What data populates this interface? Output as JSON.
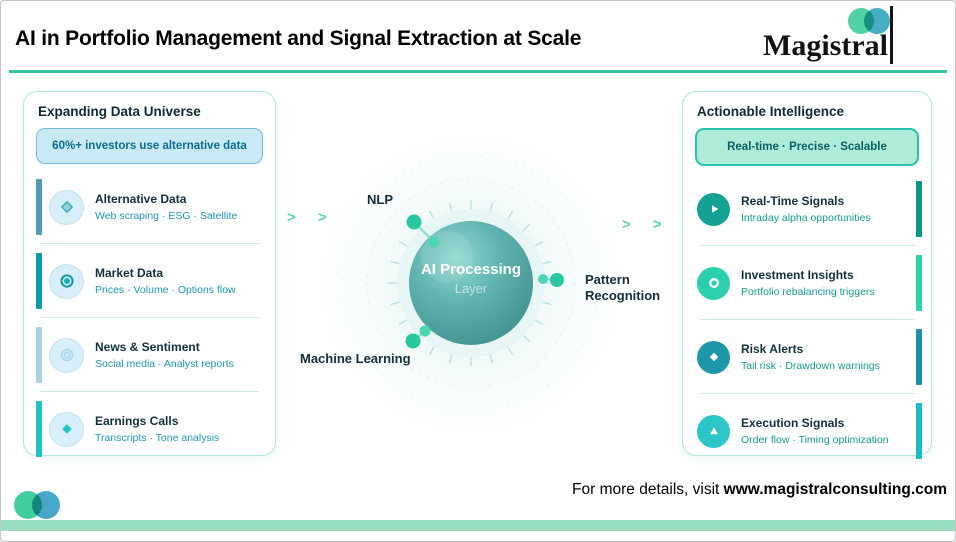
{
  "header": {
    "title": "AI in Portfolio Management and Signal Extraction at Scale",
    "brand": "Magistral"
  },
  "left_panel": {
    "title": "Expanding Data Universe",
    "badge": "60%+  investors use alternative data",
    "items": [
      {
        "title": "Alternative Data",
        "subtitle": "Web scraping · ESG · Satellite",
        "icon": "diamond-outline-icon",
        "accent": "#4f9cb3"
      },
      {
        "title": "Market Data",
        "subtitle": "Prices · Volume · Options flow",
        "icon": "circle-dot-icon",
        "accent": "#0b9aa6"
      },
      {
        "title": "News & Sentiment",
        "subtitle": "Social media · Analyst reports",
        "icon": "rings-icon",
        "accent": "#a9d3e2"
      },
      {
        "title": "Earnings Calls",
        "subtitle": "Transcripts · Tone analysis",
        "icon": "diamond-icon",
        "accent": "#21c2c6"
      }
    ]
  },
  "center": {
    "sphere_title": "AI Processing",
    "sphere_subtitle": "Layer",
    "label_nlp": "NLP",
    "label_ml": "Machine Learning",
    "label_pattern": "Pattern Recognition",
    "chevrons": "> >"
  },
  "right_panel": {
    "title": "Actionable Intelligence",
    "badge": "Real-time · Precise · Scalable",
    "items": [
      {
        "title": "Real-Time Signals",
        "subtitle": "Intraday alpha opportunities",
        "icon": "play-icon",
        "icon_bg": "#12a192",
        "accent": "#0f9488"
      },
      {
        "title": "Investment Insights",
        "subtitle": "Portfolio rebalancing triggers",
        "icon": "dot-ring-icon",
        "icon_bg": "#2bcfab",
        "accent": "#2dd2a8"
      },
      {
        "title": "Risk Alerts",
        "subtitle": "Tail risk · Drawdown warnings",
        "icon": "diamond-white-icon",
        "icon_bg": "#1d97a7",
        "accent": "#1e8fa8"
      },
      {
        "title": "Execution Signals",
        "subtitle": "Order flow · Timing optimization",
        "icon": "triangle-icon",
        "icon_bg": "#2cc6c9",
        "accent": "#17bccb"
      }
    ]
  },
  "footer": {
    "text": "For more details, visit ",
    "url": "www.magistralconsulting.com"
  },
  "colors": {
    "header_rule": "#35c2a5",
    "bottom_bar": "#98dfc2",
    "brand_green": "#52d0a8",
    "brand_blue": "#45aec2",
    "panel_border": "#aee7df",
    "badge_left_bg": "#c9e9f5",
    "badge_left_border": "#74bcd6",
    "badge_right_bg": "#aeecd9",
    "badge_right_border": "#2cc0ae",
    "title_dark": "#12313c",
    "subtitle_left": "#1e96ac",
    "subtitle_right": "#169a8e",
    "sphere_light": "#92d8d2",
    "sphere_dark": "#3f8f8d",
    "dot_big": "#29c79d",
    "dot_small": "#4dd6b6",
    "chevron": "#59d3bd"
  }
}
